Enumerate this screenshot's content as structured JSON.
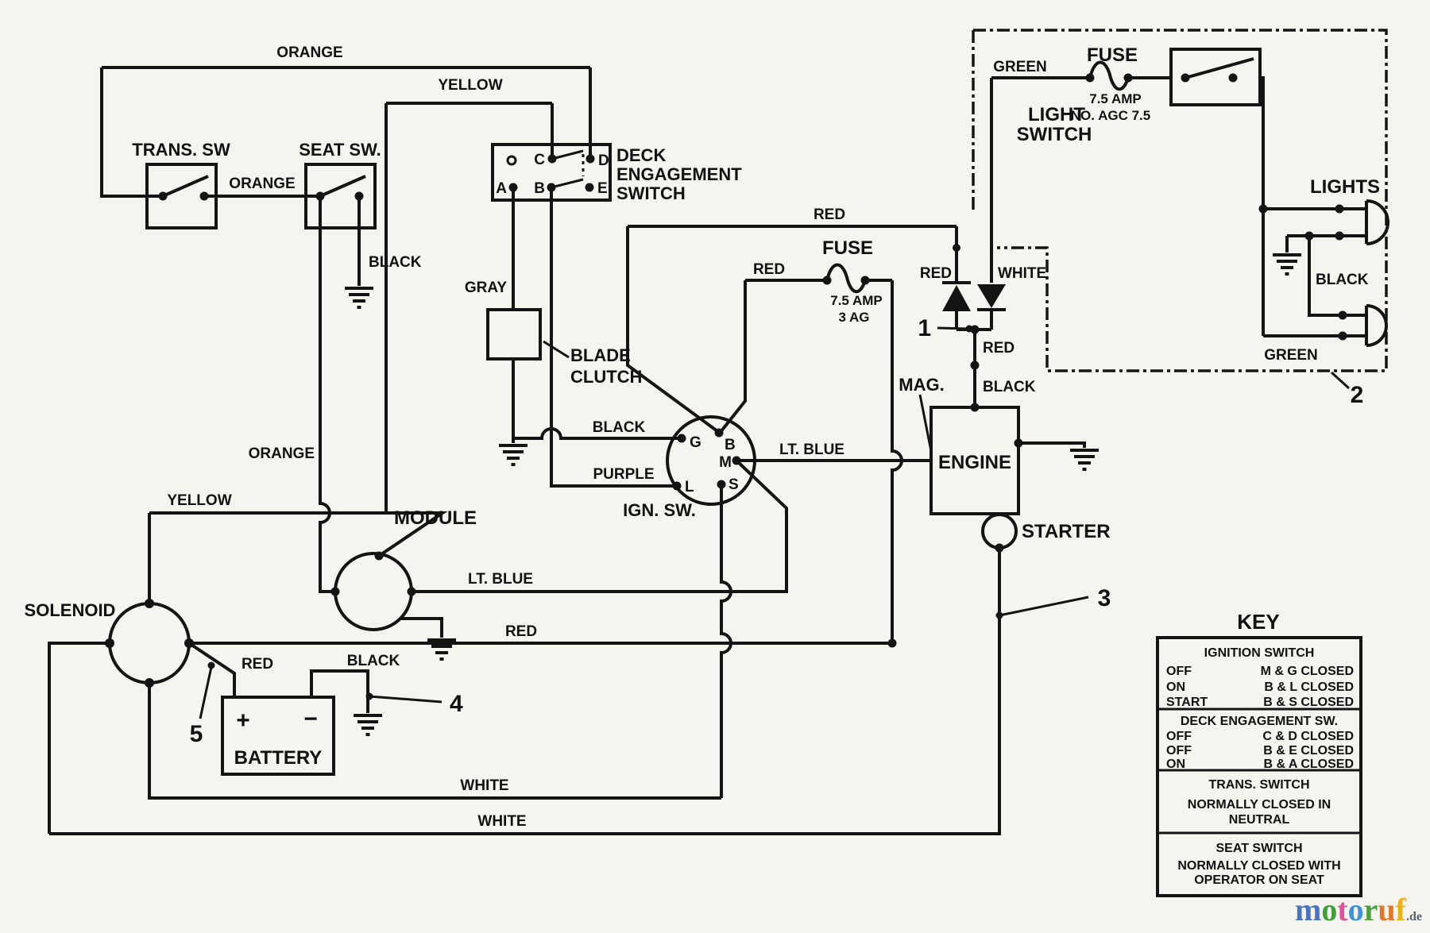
{
  "wires": {
    "orange": "ORANGE",
    "yellow": "YELLOW",
    "black": "BLACK",
    "gray": "GRAY",
    "purple": "PURPLE",
    "lt_blue": "LT. BLUE",
    "red": "RED",
    "white": "WHITE",
    "green": "GREEN"
  },
  "components": {
    "trans_sw": "TRANS. SW",
    "seat_sw": "SEAT SW.",
    "deck_line1": "DECK",
    "deck_line2": "ENGAGEMENT",
    "deck_line3": "SWITCH",
    "blade_line1": "BLADE",
    "blade_line2": "CLUTCH",
    "module": "MODULE",
    "solenoid": "SOLENOID",
    "ign_sw": "IGN. SW.",
    "battery": "BATTERY",
    "plus": "+",
    "minus": "−",
    "engine": "ENGINE",
    "starter": "STARTER",
    "mag": "MAG.",
    "lights": "LIGHTS",
    "light_switch_line1": "LIGHT",
    "light_switch_line2": "SWITCH",
    "fuse": "FUSE"
  },
  "fuses": {
    "mid_amp": "7.5 AMP",
    "mid_type": "3 AG",
    "top_amp": "7.5 AMP",
    "top_no": "NO. AGC 7.5"
  },
  "terminals": {
    "a": "A",
    "b": "B",
    "c": "C",
    "d": "D",
    "e": "E",
    "g": "G",
    "m": "M",
    "l": "L",
    "s": "S"
  },
  "callouts": {
    "n1": "1",
    "n2": "2",
    "n3": "3",
    "n4": "4",
    "n5": "5"
  },
  "key": {
    "title": "KEY",
    "ignition": {
      "title": "IGNITION SWITCH",
      "rows": [
        {
          "state": "OFF",
          "value": "M & G CLOSED"
        },
        {
          "state": "ON",
          "value": "B & L CLOSED"
        },
        {
          "state": "START",
          "value": "B & S CLOSED"
        }
      ]
    },
    "deck": {
      "title": "DECK ENGAGEMENT SW.",
      "rows": [
        {
          "state": "OFF",
          "value": "C & D CLOSED"
        },
        {
          "state": "OFF",
          "value": "B & E CLOSED"
        },
        {
          "state": "ON",
          "value": "B & A CLOSED"
        }
      ]
    },
    "trans": {
      "title": "TRANS. SWITCH",
      "lines": [
        "NORMALLY CLOSED IN",
        "NEUTRAL"
      ]
    },
    "seat": {
      "title": "SEAT SWITCH",
      "lines": [
        "NORMALLY CLOSED WITH",
        "OPERATOR ON SEAT"
      ]
    }
  },
  "logo": {
    "letters": [
      {
        "ch": "m",
        "style": "color:#4a74c4"
      },
      {
        "ch": "o",
        "style": "color:#3fa03c"
      },
      {
        "ch": "t",
        "style": "color:#e0529c"
      },
      {
        "ch": "o",
        "style": "color:#3f93d8"
      },
      {
        "ch": "r",
        "style": "color:#51a046"
      },
      {
        "ch": "u",
        "style": "color:#e2762a"
      },
      {
        "ch": "f",
        "style": "color:#edb01f"
      }
    ],
    "suffix": ".de"
  }
}
